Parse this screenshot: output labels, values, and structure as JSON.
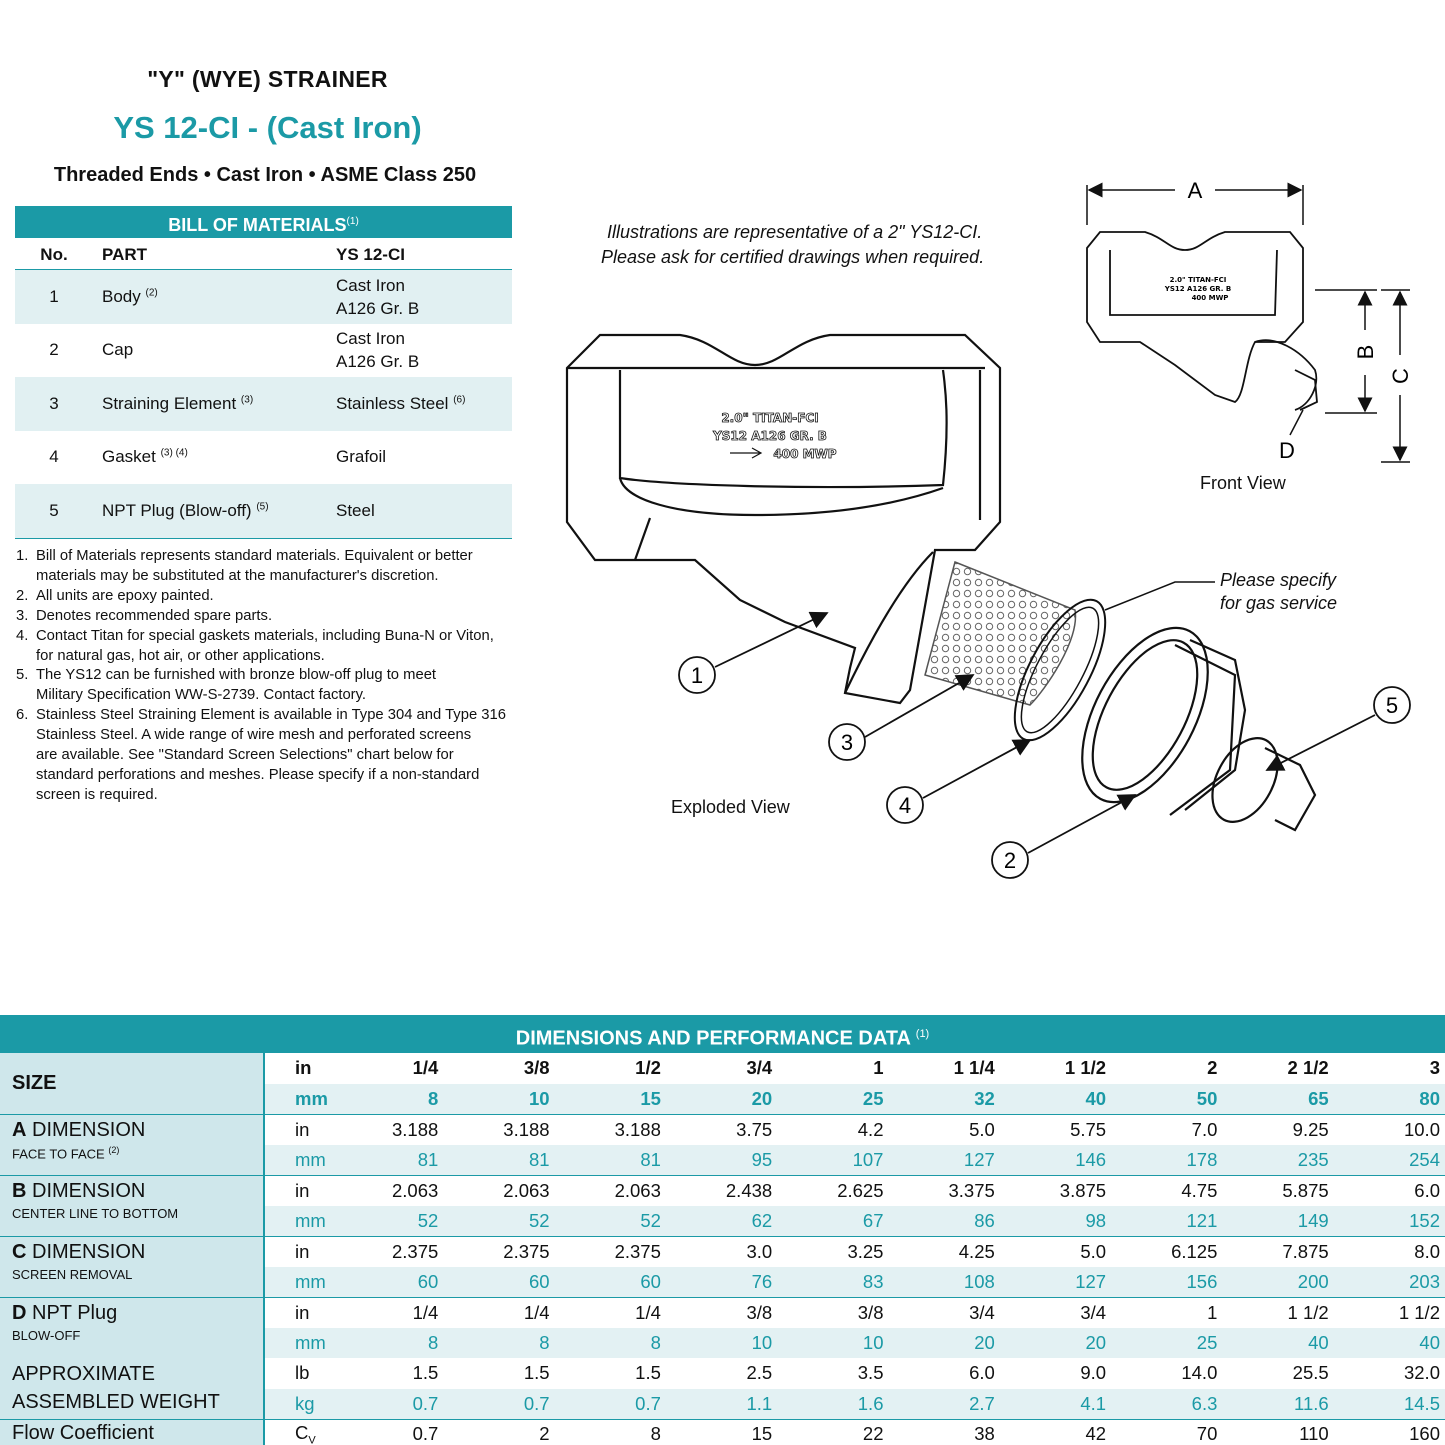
{
  "header": {
    "subtitle": "\"Y\" (WYE) STRAINER",
    "title": "YS 12-CI - (Cast Iron)",
    "description": "Threaded Ends • Cast Iron • ASME Class 250"
  },
  "bom": {
    "title": "BILL OF MATERIALS",
    "title_note": "(1)",
    "columns": {
      "no": "No.",
      "part": "PART",
      "material": "YS 12-CI"
    },
    "rows": [
      {
        "no": "1",
        "part": "Body",
        "part_note": "(2)",
        "material_1": "Cast Iron",
        "material_2": "A126 Gr. B"
      },
      {
        "no": "2",
        "part": "Cap",
        "part_note": "",
        "material_1": "Cast Iron",
        "material_2": "A126 Gr. B"
      },
      {
        "no": "3",
        "part": "Straining Element",
        "part_note": "(3)",
        "material_1": "Stainless Steel",
        "material_note": "(6)"
      },
      {
        "no": "4",
        "part": "Gasket",
        "part_note": "(3) (4)",
        "material_1": "Grafoil"
      },
      {
        "no": "5",
        "part": "NPT Plug (Blow-off)",
        "part_note": "(5)",
        "material_1": "Steel"
      }
    ]
  },
  "notes": [
    {
      "num": "1.",
      "lines": [
        "Bill of Materials represents standard materials.  Equivalent or better",
        "materials may be substituted at the manufacturer's discretion."
      ]
    },
    {
      "num": "2.",
      "lines": [
        "All units are epoxy painted."
      ]
    },
    {
      "num": "3.",
      "lines": [
        "Denotes recommended spare parts."
      ]
    },
    {
      "num": "4.",
      "lines": [
        "Contact Titan for special gaskets materials, including Buna-N or Viton,",
        "for natural gas, hot air, or other applications."
      ]
    },
    {
      "num": "5.",
      "lines": [
        "The YS12 can be furnished with bronze blow-off plug to meet",
        "Military Specification WW-S-2739.  Contact factory."
      ]
    },
    {
      "num": "6.",
      "lines": [
        "Stainless Steel Straining Element is available in Type 304 and Type 316",
        "Stainless Steel.  A wide range of wire mesh and perforated screens",
        "are available.  See \"Standard Screen Selections\" chart below for",
        "standard perforations and meshes.  Please specify if a non-standard",
        "screen is required."
      ]
    }
  ],
  "drawing": {
    "caption_1": "Illustrations are representative of a 2\" YS12-CI.",
    "caption_2": "Please ask for certified drawings when required.",
    "body_text_1": "2.0\" TITAN-FCI",
    "body_text_2": "YS12 A126 GR. B",
    "body_text_3": "400 MWP",
    "dim_a": "A",
    "dim_b": "B",
    "dim_c": "C",
    "dim_d": "D",
    "front_view": "Front View",
    "exploded_view": "Exploded View",
    "gas_note_1": "Please specify",
    "gas_note_2": "for gas service",
    "callouts": [
      "1",
      "2",
      "3",
      "4",
      "5"
    ]
  },
  "dimensions": {
    "title": "DIMENSIONS AND PERFORMANCE DATA",
    "title_note": "(1)",
    "size_label": "SIZE",
    "unit_in": "in",
    "unit_mm": "mm",
    "size_in": [
      "1/4",
      "3/8",
      "1/2",
      "3/4",
      "1",
      "1 1/4",
      "1 1/2",
      "2",
      "2 1/2",
      "3"
    ],
    "size_mm": [
      "8",
      "10",
      "15",
      "20",
      "25",
      "32",
      "40",
      "50",
      "65",
      "80"
    ],
    "rows": [
      {
        "label_bold": "A",
        "label": " DIMENSION",
        "sub": "FACE TO FACE",
        "sub_note": "(2)",
        "in": [
          "3.188",
          "3.188",
          "3.188",
          "3.75",
          "4.2",
          "5.0",
          "5.75",
          "7.0",
          "9.25",
          "10.0"
        ],
        "mm": [
          "81",
          "81",
          "81",
          "95",
          "107",
          "127",
          "146",
          "178",
          "235",
          "254"
        ]
      },
      {
        "label_bold": "B",
        "label": " DIMENSION",
        "sub": "CENTER LINE TO BOTTOM",
        "sub_note": "",
        "in": [
          "2.063",
          "2.063",
          "2.063",
          "2.438",
          "2.625",
          "3.375",
          "3.875",
          "4.75",
          "5.875",
          "6.0"
        ],
        "mm": [
          "52",
          "52",
          "52",
          "62",
          "67",
          "86",
          "98",
          "121",
          "149",
          "152"
        ]
      },
      {
        "label_bold": "C",
        "label": " DIMENSION",
        "sub": "SCREEN REMOVAL",
        "sub_note": "",
        "in": [
          "2.375",
          "2.375",
          "2.375",
          "3.0",
          "3.25",
          "4.25",
          "5.0",
          "6.125",
          "7.875",
          "8.0"
        ],
        "mm": [
          "60",
          "60",
          "60",
          "76",
          "83",
          "108",
          "127",
          "156",
          "200",
          "203"
        ]
      },
      {
        "label_bold": "D",
        "label": " NPT Plug",
        "sub": "BLOW-OFF",
        "sub_note": "",
        "in": [
          "1/4",
          "1/4",
          "1/4",
          "3/8",
          "3/8",
          "3/4",
          "3/4",
          "1",
          "1 1/2",
          "1 1/2"
        ],
        "mm": [
          "8",
          "8",
          "8",
          "10",
          "10",
          "20",
          "20",
          "25",
          "40",
          "40"
        ]
      }
    ],
    "weight": {
      "label_1": "APPROXIMATE",
      "label_2": "ASSEMBLED WEIGHT",
      "unit_lb": "lb",
      "unit_kg": "kg",
      "lb": [
        "1.5",
        "1.5",
        "1.5",
        "2.5",
        "3.5",
        "6.0",
        "9.0",
        "14.0",
        "25.5",
        "32.0"
      ],
      "kg": [
        "0.7",
        "0.7",
        "0.7",
        "1.1",
        "1.6",
        "2.7",
        "4.1",
        "6.3",
        "11.6",
        "14.5"
      ]
    },
    "flow": {
      "label": "Flow Coefficient",
      "unit": "C",
      "unit_sub": "V",
      "values": [
        "0.7",
        "2",
        "8",
        "15",
        "22",
        "38",
        "42",
        "70",
        "110",
        "160"
      ]
    }
  }
}
